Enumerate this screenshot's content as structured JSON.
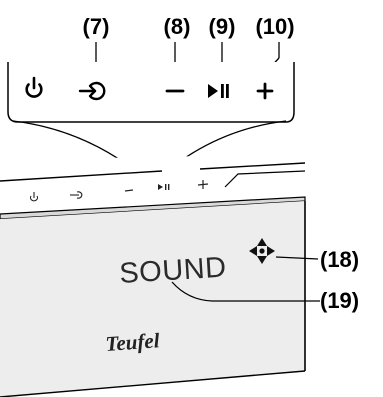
{
  "callouts": {
    "input": "(7)",
    "volume_down": "(8)",
    "play_pause": "(9)",
    "volume_up": "(10)",
    "navigation": "(18)",
    "display": "(19)"
  },
  "device": {
    "display_text": "SOUND",
    "brand": "Teufel"
  },
  "icons": {
    "power": "power-icon",
    "input": "input-icon",
    "minus": "minus-icon",
    "play_pause": "play-pause-icon",
    "plus": "plus-icon",
    "navigation": "four-way-arrow-icon"
  },
  "colors": {
    "line": "#000000",
    "front_panel": "#ededed",
    "top_panel": "#ffffff"
  }
}
